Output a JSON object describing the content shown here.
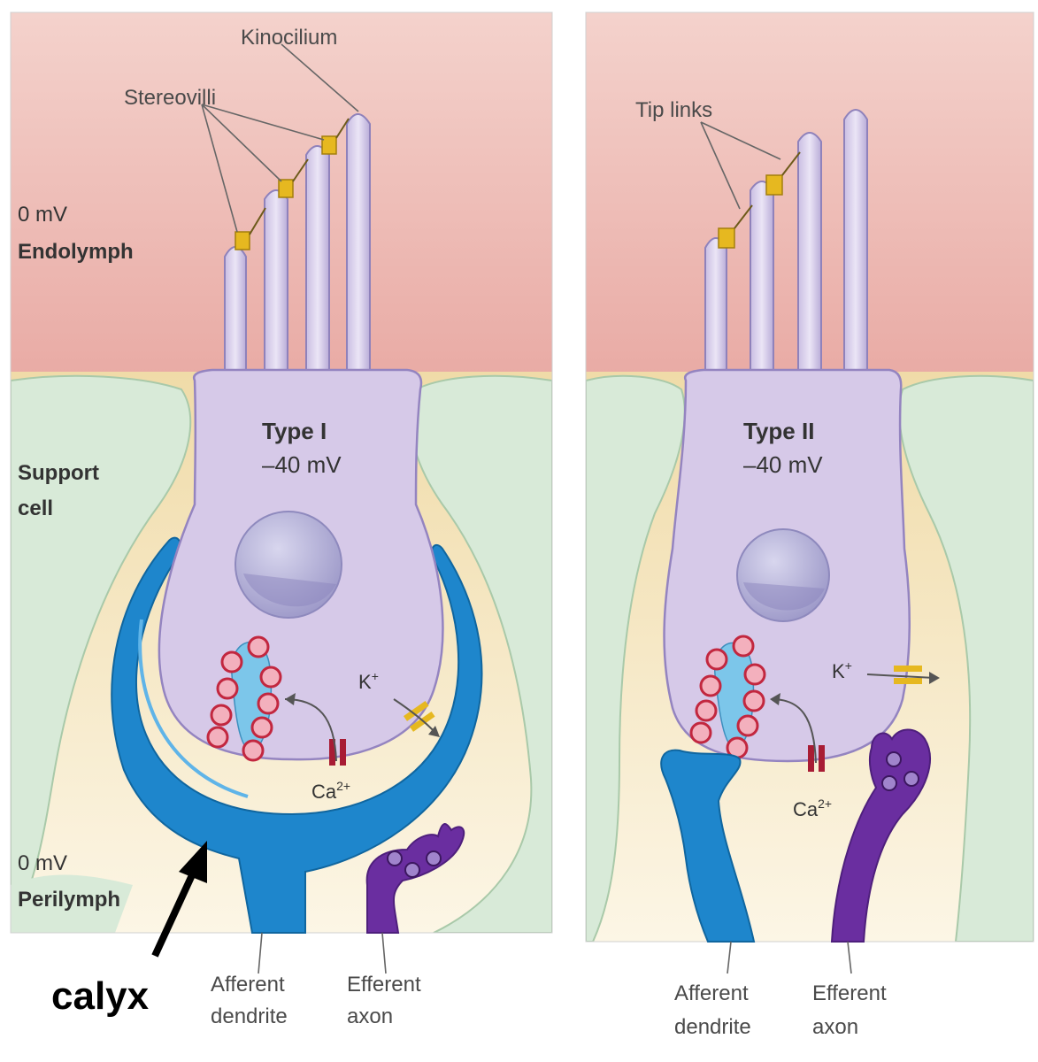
{
  "panel_left": {
    "kinocilium_label": "Kinocilium",
    "stereovilli_label": "Stereovilli",
    "endolymph_mv": "0 mV",
    "endolymph_label": "Endolymph",
    "support_cell_line1": "Support",
    "support_cell_line2": "cell",
    "cell_type": "Type I",
    "cell_mv": "–40 mV",
    "k_ion": "K",
    "k_sup": "+",
    "ca_ion": "Ca",
    "ca_sup": "2+",
    "perilymph_mv": "0 mV",
    "perilymph_label": "Perilymph",
    "afferent_line1": "Afferent",
    "afferent_line2": "dendrite",
    "efferent_line1": "Efferent",
    "efferent_line2": "axon",
    "calyx_label": "calyx"
  },
  "panel_right": {
    "tip_links_label": "Tip links",
    "cell_type": "Type II",
    "cell_mv": "–40 mV",
    "k_ion": "K",
    "k_sup": "+",
    "ca_ion": "Ca",
    "ca_sup": "2+",
    "afferent_line1": "Afferent",
    "afferent_line2": "dendrite",
    "efferent_line1": "Efferent",
    "efferent_line2": "axon"
  },
  "colors": {
    "endolymph": "#f2c9c3",
    "support_cell": "#d8ead8",
    "hair_cell": "#d6c9e8",
    "afferent": "#1e86cc",
    "efferent": "#6a2ea0",
    "fluid_gap": "#f5e4b8",
    "vesicle": "#e84a6a"
  }
}
